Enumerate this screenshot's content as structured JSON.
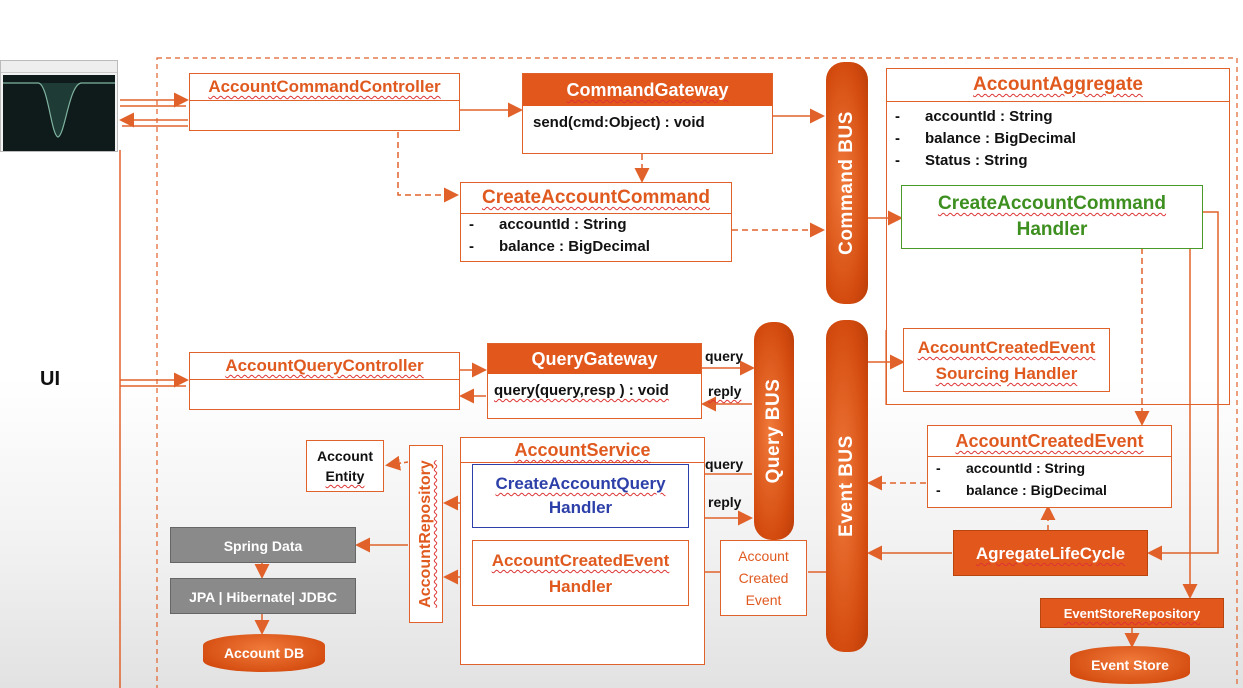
{
  "ui_label": "UI",
  "colors": {
    "orange": "#e2571c",
    "green": "#4a9a2a",
    "blue": "#2d3fa8",
    "grey": "#8a8a8a"
  },
  "account_command_controller": "AccountCommandController",
  "command_gateway": {
    "title": "CommandGateway",
    "method": "send(cmd:Object) : void"
  },
  "create_account_command": {
    "title": "CreateAccountCommand",
    "fields": [
      "accountId : String",
      "balance : BigDecimal"
    ]
  },
  "command_bus": "Command BUS",
  "account_aggregate": {
    "title": "AccountAggregate",
    "fields": [
      "accountId : String",
      "balance : BigDecimal",
      "Status : String"
    ]
  },
  "create_account_command_handler": {
    "line1": "CreateAccountCommand",
    "line2": "Handler"
  },
  "account_created_event_sourcing_handler": {
    "line1": "AccountCreatedEvent",
    "line2": "Sourcing Handler"
  },
  "account_query_controller": "AccountQueryController",
  "query_gateway": {
    "title": "QueryGateway",
    "method": "query(query,resp ) : void"
  },
  "query_bus": "Query BUS",
  "event_bus": "Event BUS",
  "labels": {
    "query_top": "query",
    "reply_top": "reply",
    "query_mid": "query",
    "reply_mid": "reply"
  },
  "account_created_event": {
    "title": "AccountCreatedEvent",
    "fields": [
      "accountId : String",
      "balance : BigDecimal"
    ]
  },
  "account_entity": {
    "line1": "Account",
    "line2": "Entity"
  },
  "account_repository": "AccountRepository",
  "account_service": "AccountService",
  "create_account_query_handler": {
    "line1": "CreateAccountQuery",
    "line2": "Handler"
  },
  "account_created_event_handler": {
    "line1": "AccountCreatedEvent",
    "line2": "Handler"
  },
  "account_created_event_small": {
    "line1": "Account",
    "line2": "Created",
    "line3": "Event"
  },
  "aggregate_lifecycle": "AgregateLifeCycle",
  "spring_data": "Spring Data",
  "jpa": "JPA | Hibernate| JDBC",
  "account_db": "Account DB",
  "event_store_repository": "EventStoreRepository",
  "event_store": "Event Store"
}
